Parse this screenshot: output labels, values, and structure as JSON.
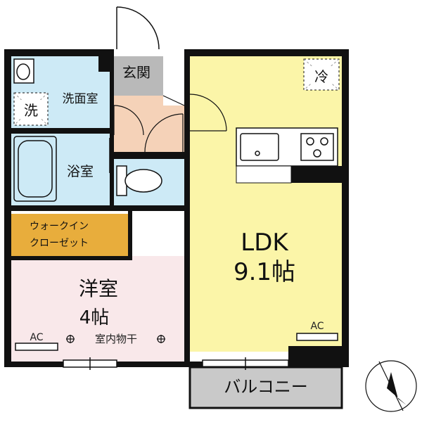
{
  "rooms": {
    "entrance": "玄関",
    "washroom": "洗面室",
    "washer": "洗",
    "bathroom": "浴室",
    "closet_line1": "ウォークイン",
    "closet_line2": "クローゼット",
    "western_name": "洋室",
    "western_size": "4帖",
    "ldk_name": "LDK",
    "ldk_size": "9.1帖",
    "balcony": "バルコニー"
  },
  "labels": {
    "fridge": "冷",
    "ac_bedroom": "AC",
    "ac_ldk": "AC",
    "indoor_drying": "室内物干"
  },
  "colors": {
    "wall": "#111111",
    "ldk": "#fbf5a8",
    "washroom": "#cdeaf6",
    "bathroom": "#cdeaf6",
    "toilet": "#cdeaf6",
    "bedroom": "#f9e8ea",
    "closet": "#e8ad3c",
    "entrance": "#b9b9b9",
    "hall": "#f5d2b8",
    "balcony": "#c9c9c9"
  },
  "icons": {
    "compass": "north-arrow-icon",
    "drying_mark": "crosshair-circle-icon"
  }
}
